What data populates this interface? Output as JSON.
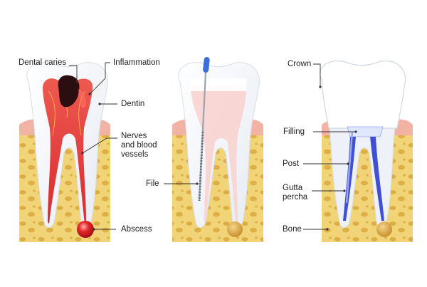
{
  "labels": {
    "dental_caries": "Dental caries",
    "inflammation": "Inflammation",
    "dentin": "Dentin",
    "nerves_line1": "Nerves",
    "nerves_line2": "and blood",
    "nerves_line3": "vessels",
    "file": "File",
    "abscess": "Abscess",
    "crown": "Crown",
    "filling": "Filling",
    "post": "Post",
    "gutta_line1": "Gutta",
    "gutta_line2": "percha",
    "bone": "Bone"
  },
  "colors": {
    "bone": "#f2d478",
    "bone_spot": "#d9a63a",
    "gum": "#f3b3a4",
    "enamel": "#ffffff",
    "dentin_shade": "#e9eef5",
    "pulp_inflamed": "#e83a3a",
    "pulp_clean": "#f8d3cf",
    "caries": "#2a0e10",
    "abscess": "#e3262b",
    "gutta": "#3f4fd6",
    "file_handle": "#3b6fd8",
    "leader": "#333333"
  },
  "icons": {
    "file_tool": "endodontic-file-icon"
  }
}
